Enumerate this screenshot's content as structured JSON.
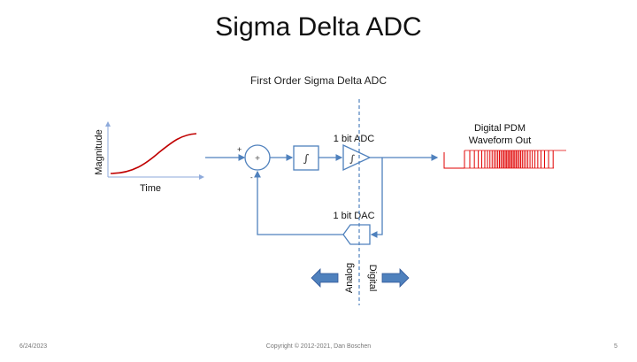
{
  "slide": {
    "title": "Sigma Delta ADC",
    "subtitle": "First Order Sigma Delta ADC"
  },
  "input_plot": {
    "ylabel": "Magnitude",
    "xlabel": "Time",
    "curve_color": "#c00000"
  },
  "diagram": {
    "summer_plus_sign": "+",
    "summer_minus_sign": "-",
    "summer_symbol": "+",
    "integrator_symbol": "∫",
    "adc_symbol": "∫",
    "adc_label": "1 bit ADC",
    "dac_label": "1 bit DAC",
    "output_label_line1": "Digital PDM",
    "output_label_line2": "Waveform Out",
    "analog_label": "Analog",
    "digital_label": "Digital",
    "line_color": "#4f81bd",
    "pdm_color": "#e00000"
  },
  "footer": {
    "date": "6/24/2023",
    "copyright": "Copyright © 2012-2021, Dan Boschen",
    "page_number": "5"
  }
}
